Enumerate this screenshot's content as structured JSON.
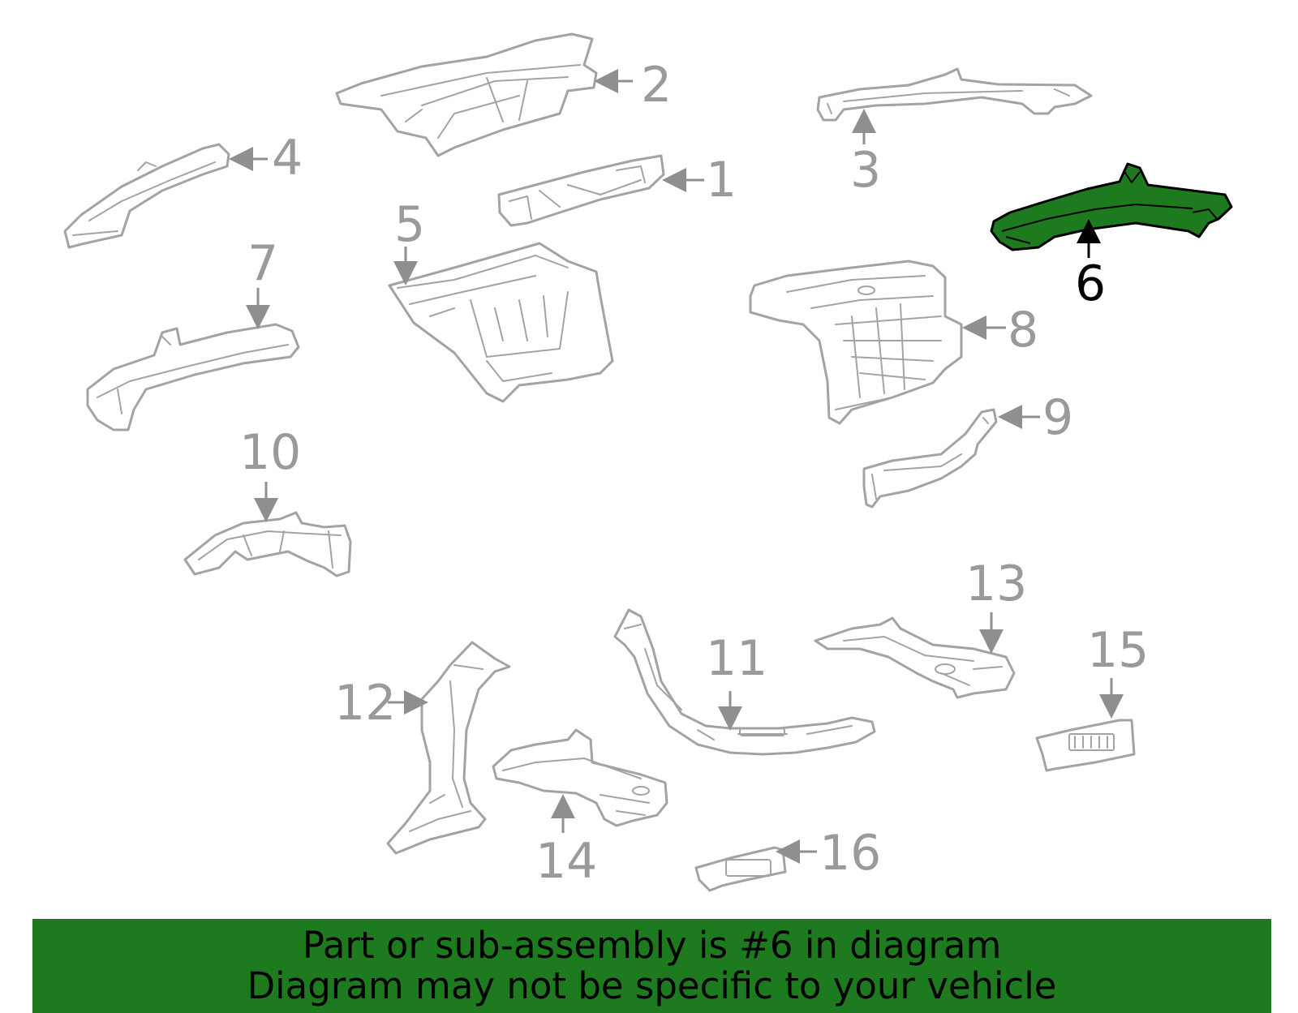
{
  "diagram": {
    "highlight_color": "#1e7a1e",
    "callouts": [
      {
        "id": "1",
        "label": "1"
      },
      {
        "id": "2",
        "label": "2"
      },
      {
        "id": "3",
        "label": "3"
      },
      {
        "id": "4",
        "label": "4"
      },
      {
        "id": "5",
        "label": "5"
      },
      {
        "id": "6",
        "label": "6",
        "highlighted": true
      },
      {
        "id": "7",
        "label": "7"
      },
      {
        "id": "8",
        "label": "8"
      },
      {
        "id": "9",
        "label": "9"
      },
      {
        "id": "10",
        "label": "10"
      },
      {
        "id": "11",
        "label": "11"
      },
      {
        "id": "12",
        "label": "12"
      },
      {
        "id": "13",
        "label": "13"
      },
      {
        "id": "14",
        "label": "14"
      },
      {
        "id": "15",
        "label": "15"
      },
      {
        "id": "16",
        "label": "16"
      }
    ]
  },
  "banner": {
    "line1": "Part or sub-assembly is #6 in diagram",
    "line2": "Diagram may not be specific to your vehicle"
  }
}
